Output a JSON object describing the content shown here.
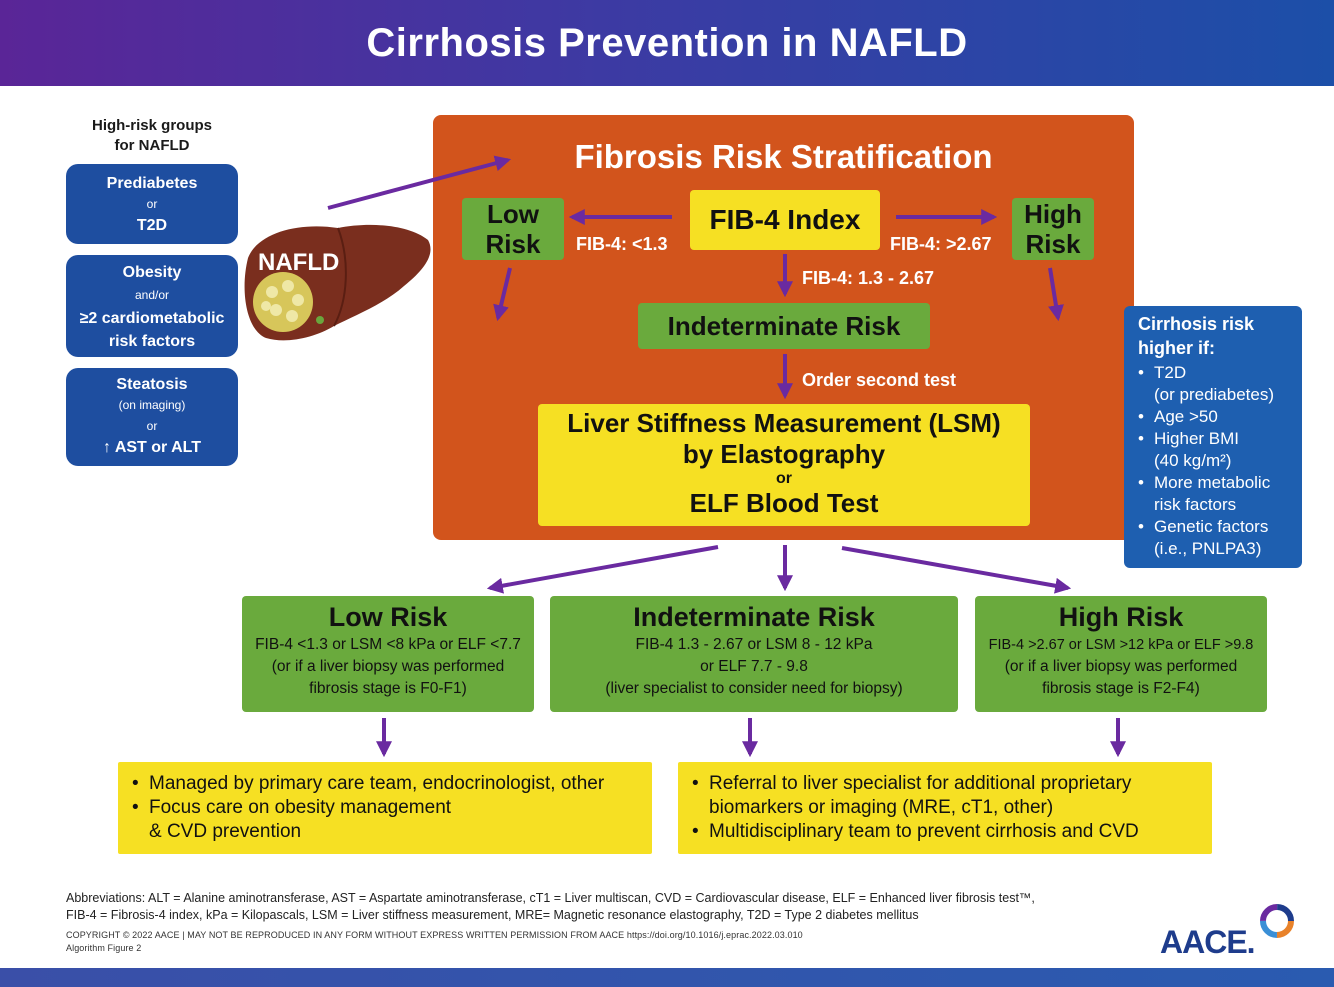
{
  "header": {
    "title": "Cirrhosis Prevention in NAFLD"
  },
  "high_risk_groups": {
    "title_line1": "High-risk groups",
    "title_line2": "for NAFLD",
    "boxes": [
      {
        "line1": "Prediabetes",
        "line2": "or",
        "line3": "T2D"
      },
      {
        "line1": "Obesity",
        "line2": "and/or",
        "line3": "≥2 cardiometabolic",
        "line4": "risk factors"
      },
      {
        "line1": "Steatosis",
        "line2": "(on imaging)",
        "line3": "or",
        "line4": "↑ AST or ALT"
      }
    ]
  },
  "liver": {
    "label": "NAFLD"
  },
  "stratification": {
    "title": "Fibrosis Risk Stratification",
    "fib4_index": "FIB-4 Index",
    "low_risk_line1": "Low",
    "low_risk_line2": "Risk",
    "high_risk_line1": "High",
    "high_risk_line2": "Risk",
    "fib4_low_label": "FIB-4: <1.3",
    "fib4_high_label": "FIB-4: >2.67",
    "fib4_mid_label": "FIB-4: 1.3 - 2.67",
    "indeterminate": "Indeterminate Risk",
    "order_second_test": "Order second test",
    "lsm_line1": "Liver Stiffness Measurement (LSM)",
    "lsm_line2": "by Elastography",
    "lsm_or": "or",
    "lsm_line3": "ELF Blood Test"
  },
  "cirrhosis_risk": {
    "title_line1": "Cirrhosis risk",
    "title_line2": "higher if:",
    "items": [
      {
        "l1": "T2D",
        "l2": "(or prediabetes)"
      },
      {
        "l1": "Age >50"
      },
      {
        "l1": "Higher BMI",
        "l2": "(40 kg/m²)"
      },
      {
        "l1": "More metabolic",
        "l2": "risk factors"
      },
      {
        "l1": "Genetic factors",
        "l2": "(i.e., PNLPA3)"
      }
    ]
  },
  "results": {
    "low": {
      "title": "Low Risk",
      "line1": "FIB-4 <1.3 or LSM <8 kPa or ELF <7.7",
      "line2": "(or if a liver biopsy was performed",
      "line3": "fibrosis stage is F0-F1)"
    },
    "indeterminate": {
      "title": "Indeterminate Risk",
      "line1": "FIB-4 1.3 - 2.67 or LSM 8 - 12 kPa",
      "line2": "or ELF 7.7 - 9.8",
      "line3": "(liver specialist to consider need for biopsy)"
    },
    "high": {
      "title": "High Risk",
      "line1": "FIB-4 >2.67 or LSM >12 kPa or ELF >9.8",
      "line2": "(or if a liver biopsy was performed",
      "line3": "fibrosis stage is F2-F4)"
    }
  },
  "actions": {
    "left": [
      {
        "l1": "Managed by primary care team, endocrinologist, other"
      },
      {
        "l1": "Focus care on obesity management",
        "l2": "& CVD prevention"
      }
    ],
    "right": [
      {
        "l1": "Referral to liver specialist for additional proprietary",
        "l2": "biomarkers or imaging (MRE, cT1, other)"
      },
      {
        "l1": "Multidisciplinary team to prevent cirrhosis and CVD"
      }
    ]
  },
  "footer": {
    "abbr_line1": "Abbreviations: ALT = Alanine aminotransferase, AST = Aspartate aminotransferase, cT1 = Liver multiscan, CVD = Cardiovascular disease, ELF = Enhanced liver fibrosis test™,",
    "abbr_line2": "FIB-4 = Fibrosis-4 index, kPa = Kilopascals, LSM = Liver stiffness measurement, MRE= Magnetic resonance elastography, T2D = Type 2 diabetes mellitus",
    "copyright": "COPYRIGHT © 2022 AACE  |  MAY NOT BE REPRODUCED IN ANY FORM WITHOUT EXPRESS WRITTEN PERMISSION FROM AACE  https://doi.org/10.1016/j.eprac.2022.03.010",
    "figure_label": "Algorithm Figure 2",
    "logo_text": "AACE."
  },
  "colors": {
    "header_purple": "#5a2597",
    "header_blue": "#1c4fa8",
    "box_blue": "#1e4ea0",
    "orange": "#d2541c",
    "yellow": "#f6e023",
    "green": "#6aaa3d",
    "arrow_purple": "#6a2aa0"
  }
}
